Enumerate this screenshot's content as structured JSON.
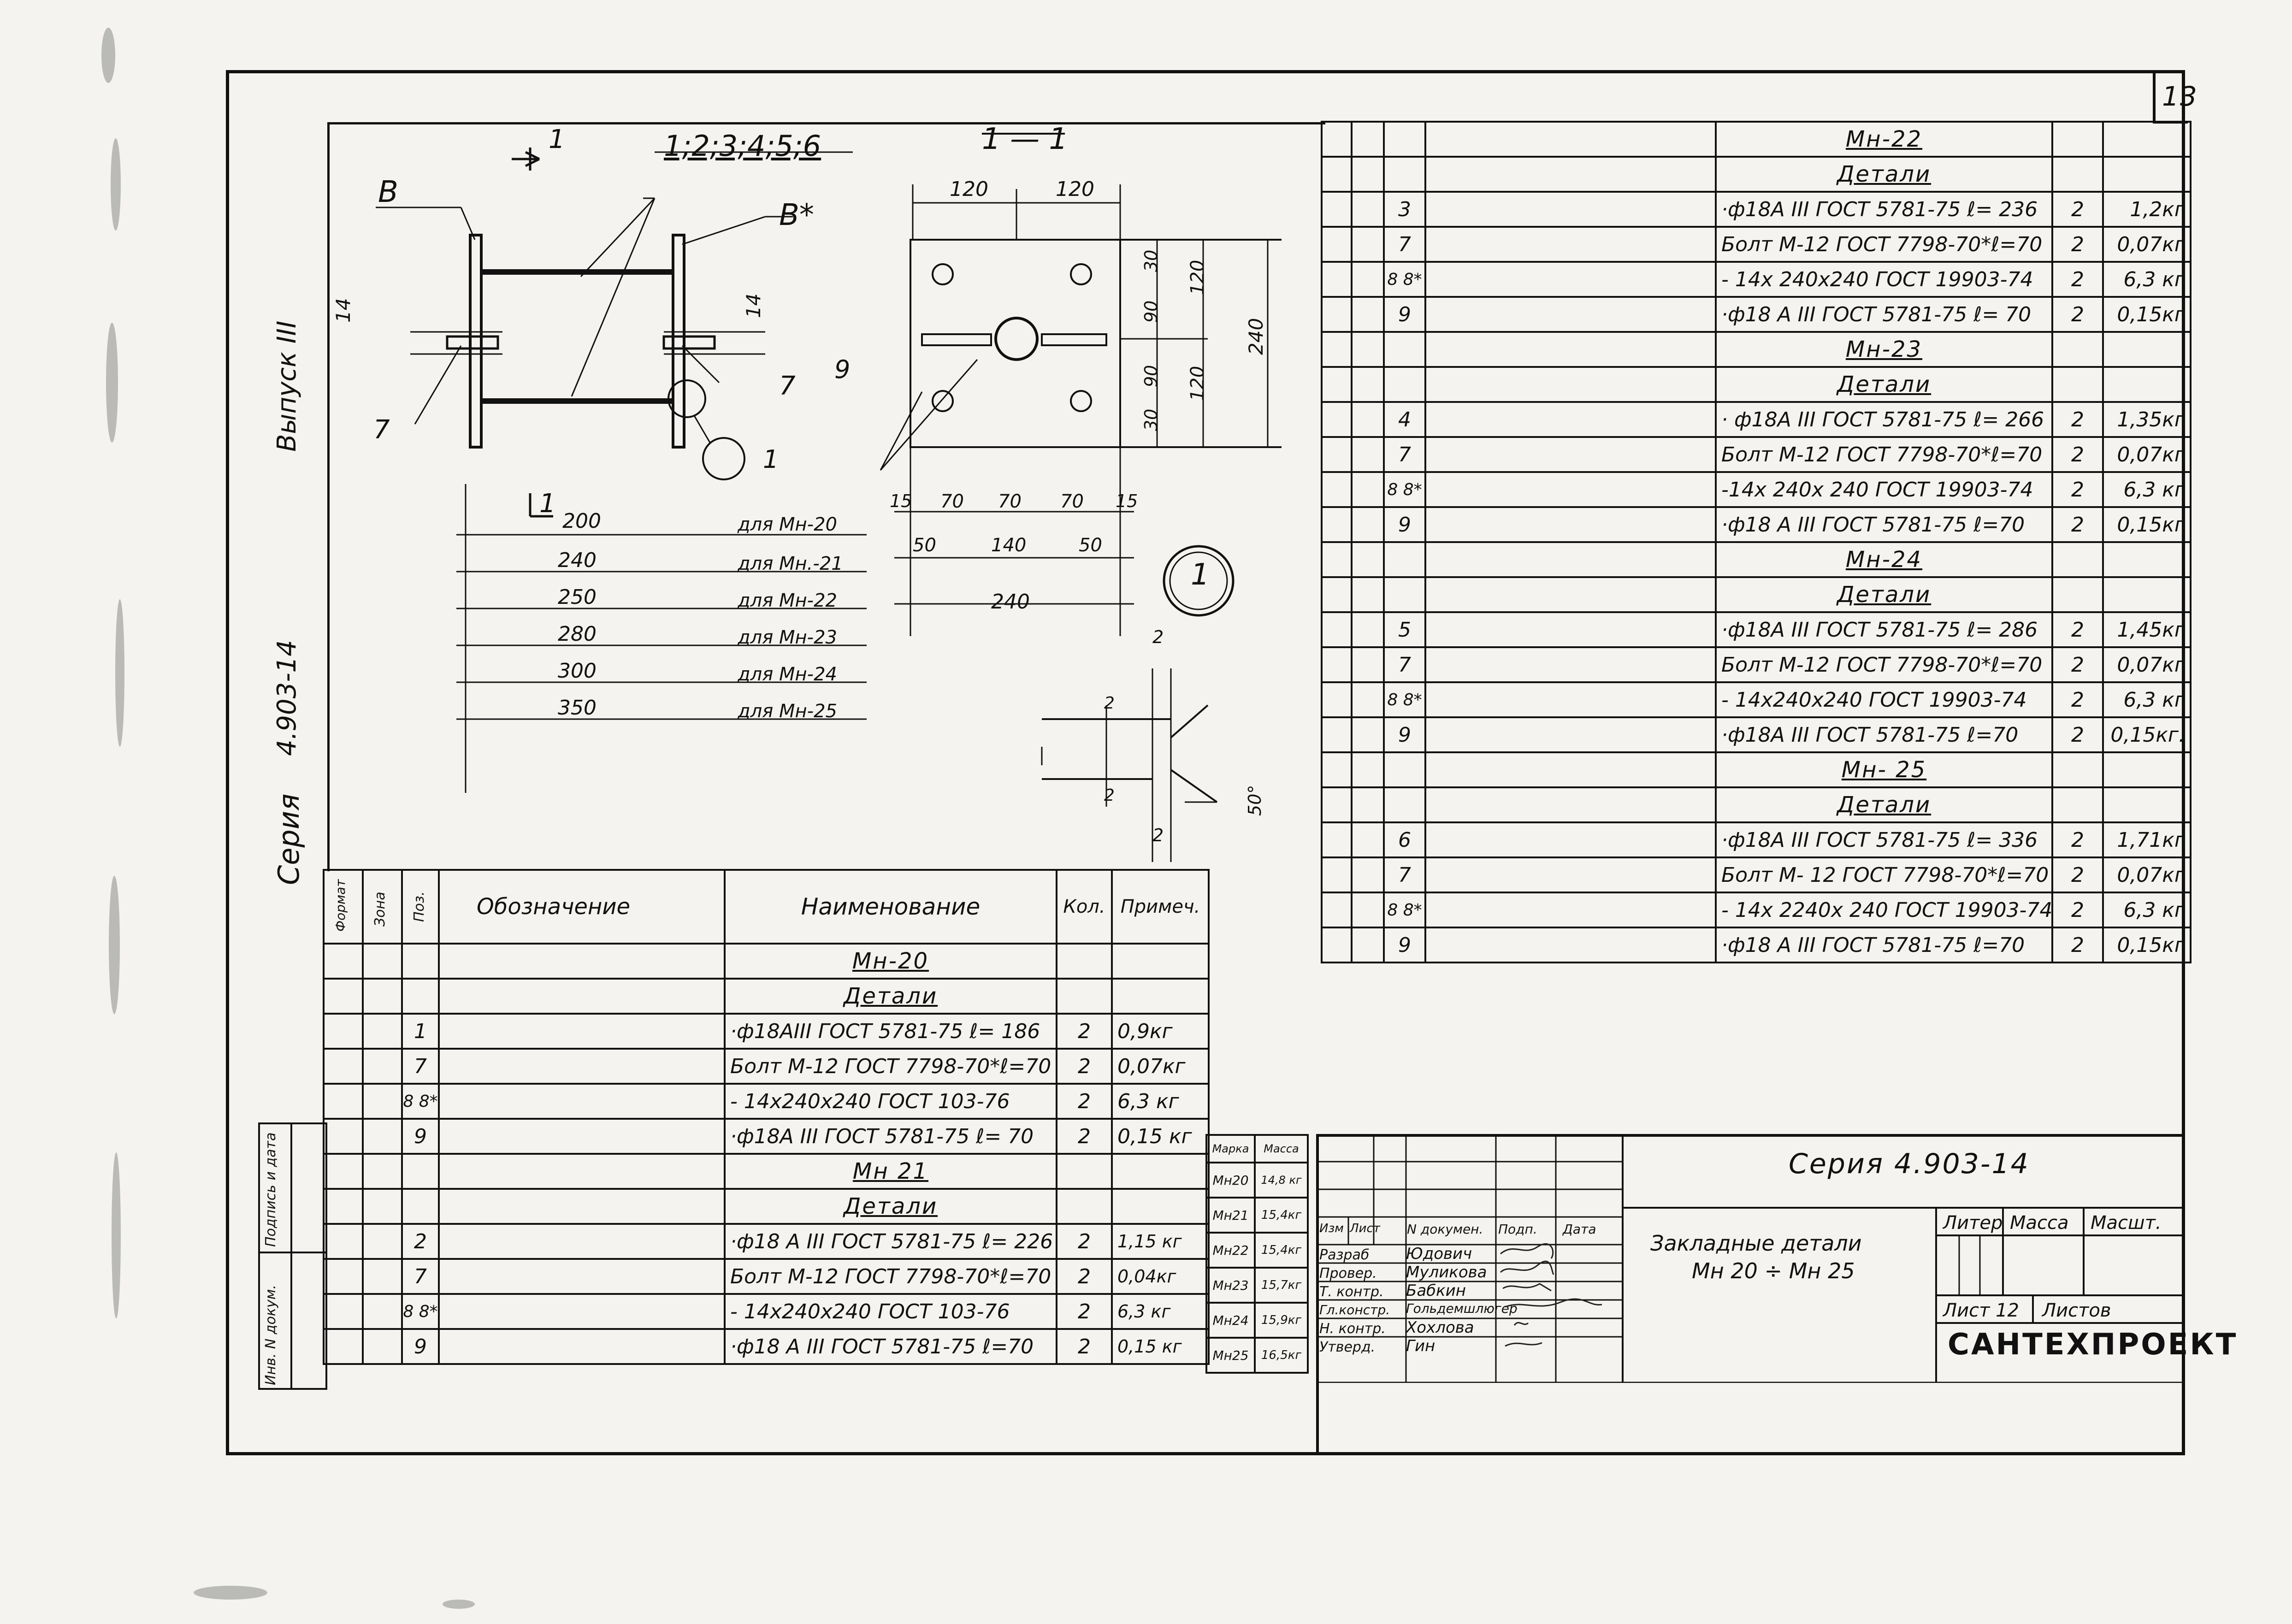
{
  "page_number": "13",
  "left_margin": {
    "issue": "Выпуск III",
    "series_code": "4.903-14",
    "series_label": "Серия"
  },
  "drawing": {
    "section_label": "1",
    "positions_label": "1;2;3;4;5;6",
    "label_v": "В",
    "label_v_star": "В*",
    "label_7a": "7",
    "label_7b": "7",
    "dim_14a": "14",
    "dim_14b": "14",
    "callout_1": "1",
    "length_rows": [
      {
        "value": "200",
        "label": "для Мн-20"
      },
      {
        "value": "240",
        "label": "для Мн.-21"
      },
      {
        "value": "250",
        "label": "для Мн-22"
      },
      {
        "value": "280",
        "label": "для Мн-23"
      },
      {
        "value": "300",
        "label": "для Мн-24"
      },
      {
        "value": "350",
        "label": "для Мн-25"
      }
    ]
  },
  "section_view": {
    "title": "1 — 1",
    "top_dims": [
      "120",
      "120"
    ],
    "right_dims": [
      "30",
      "90",
      "90",
      "30"
    ],
    "right_dims2": [
      "120",
      "120"
    ],
    "right_total": "240",
    "bottom_dims": [
      "15",
      "70",
      "70",
      "70",
      "15"
    ],
    "bottom_dims2": [
      "50",
      "140",
      "50"
    ],
    "bottom_total": "240",
    "label_9": "9"
  },
  "detail": {
    "callout": "1",
    "dims": [
      "2",
      "2",
      "2",
      "2"
    ],
    "angle": "50°"
  },
  "left_table": {
    "headers": {
      "format": "Формат",
      "zone": "Зона",
      "pos": "Поз.",
      "designation": "Обозначение",
      "name": "Наименование",
      "qty": "Кол.",
      "note": "Примеч."
    },
    "groups": [
      {
        "title": "Мн-20",
        "sub": "Детали",
        "rows": [
          {
            "pos": "1",
            "name": "·ф18АIII ГОСТ 5781-75 ℓ= 186",
            "qty": "2",
            "note": "0,9кг"
          },
          {
            "pos": "7",
            "name": "Болт М-12 ГОСТ 7798-70*ℓ=70",
            "qty": "2",
            "note": "0,07кг"
          },
          {
            "pos": "8 8*",
            "name": "- 14х240х240  ГОСТ 103-76",
            "qty": "2",
            "note": "6,3 кг"
          },
          {
            "pos": "9",
            "name": "·ф18А III ГОСТ 5781-75 ℓ= 70",
            "qty": "2",
            "note": "0,15 кг"
          }
        ]
      },
      {
        "title": "Мн 21",
        "sub": "Детали",
        "rows": [
          {
            "pos": "2",
            "name": "·ф18 А III  ГОСТ 5781-75 ℓ= 226",
            "qty": "2",
            "note": "1,15 кг"
          },
          {
            "pos": "7",
            "name": "Болт М-12 ГОСТ 7798-70*ℓ=70",
            "qty": "2",
            "note": "0,04кг"
          },
          {
            "pos": "8 8*",
            "name": "- 14х240х240   ГОСТ 103-76",
            "qty": "2",
            "note": "6,3 кг"
          },
          {
            "pos": "9",
            "name": "·ф18 А III ГОСТ 5781-75 ℓ=70",
            "qty": "2",
            "note": "0,15 кг"
          }
        ]
      }
    ]
  },
  "mass_table": {
    "headers": {
      "mark": "Марка",
      "mass": "Масса"
    },
    "rows": [
      {
        "mark": "Мн20",
        "mass": "14,8 кг"
      },
      {
        "mark": "Мн21",
        "mass": "15,4кг"
      },
      {
        "mark": "Мн22",
        "mass": "15,4кг"
      },
      {
        "mark": "Мн23",
        "mass": "15,7кг"
      },
      {
        "mark": "Мн24",
        "mass": "15,9кг"
      },
      {
        "mark": "Мн25",
        "mass": "16,5кг"
      }
    ]
  },
  "right_table": {
    "groups": [
      {
        "title": "Мн-22",
        "sub": "Детали",
        "rows": [
          {
            "pos": "3",
            "name": "·ф18А III  ГОСТ 5781-75  ℓ= 236",
            "qty": "2",
            "note": "1,2кг"
          },
          {
            "pos": "7",
            "name": "Болт  М-12 ГОСТ 7798-70*ℓ=70",
            "qty": "2",
            "note": "0,07кг"
          },
          {
            "pos": "8 8*",
            "name": "- 14х 240х240   ГОСТ 19903-74",
            "qty": "2",
            "note": "6,3 кг"
          },
          {
            "pos": "9",
            "name": "·ф18 А III ГОСТ  5781-75  ℓ= 70",
            "qty": "2",
            "note": "0,15кг"
          }
        ]
      },
      {
        "title": "Мн-23",
        "sub": "Детали",
        "rows": [
          {
            "pos": "4",
            "name": "· ф18А III  ГОСТ 5781-75  ℓ= 266",
            "qty": "2",
            "note": "1,35кг"
          },
          {
            "pos": "7",
            "name": "Болт  М-12 ГОСТ 7798-70*ℓ=70",
            "qty": "2",
            "note": "0,07кг"
          },
          {
            "pos": "8 8*",
            "name": "-14х 240х 240  ГОСТ 19903-74",
            "qty": "2",
            "note": "6,3 кг"
          },
          {
            "pos": "9",
            "name": "·ф18 А III  ГОСТ  5781-75  ℓ=70",
            "qty": "2",
            "note": "0,15кг"
          }
        ]
      },
      {
        "title": "Мн-24",
        "sub": "Детали",
        "rows": [
          {
            "pos": "5",
            "name": "·ф18А III ГОСТ 5781-75  ℓ= 286",
            "qty": "2",
            "note": "1,45кг"
          },
          {
            "pos": "7",
            "name": "Болт М-12  ГОСТ 7798-70*ℓ=70",
            "qty": "2",
            "note": "0,07кг"
          },
          {
            "pos": "8 8*",
            "name": "- 14х240х240  ГОСТ 19903-74",
            "qty": "2",
            "note": "6,3 кг"
          },
          {
            "pos": "9",
            "name": "·ф18А III  ГОСТ  5781-75   ℓ=70",
            "qty": "2",
            "note": "0,15кг."
          }
        ]
      },
      {
        "title": "Мн- 25",
        "sub": "Детали",
        "rows": [
          {
            "pos": "6",
            "name": "·ф18А III  ГОСТ 5781-75  ℓ= 336",
            "qty": "2",
            "note": "1,71кг"
          },
          {
            "pos": "7",
            "name": "Болт М- 12   ГОСТ 7798-70*ℓ=70",
            "qty": "2",
            "note": "0,07кг"
          },
          {
            "pos": "8 8*",
            "name": "- 14х 2240х 240   ГОСТ 19903-74",
            "qty": "2",
            "note": "6,3 кг"
          },
          {
            "pos": "9",
            "name": "·ф18 А III  ГОСТ  5781-75   ℓ=70",
            "qty": "2",
            "note": "0,15кг"
          }
        ]
      }
    ]
  },
  "stamp": {
    "series": "Серия   4.903-14",
    "title_line1": "Закладные   детали",
    "title_line2": "Мн 20 ÷ Мн 25",
    "col_headers": {
      "izm": "Изм",
      "list": "Лист",
      "ndoc": "N докумен.",
      "podp": "Подп.",
      "data": "Дата"
    },
    "roles": [
      {
        "role": "Разраб",
        "name": "Юдович"
      },
      {
        "role": "Провер.",
        "name": "Муликова"
      },
      {
        "role": "Т. контр.",
        "name": "Бабкин"
      },
      {
        "role": "Гл.констр.",
        "name": "Гольдемшлюгер"
      },
      {
        "role": "Н. контр.",
        "name": "Хохлова"
      },
      {
        "role": "Утверд.",
        "name": "Гин"
      }
    ],
    "liter": "Литер",
    "massa": "Масса",
    "masht": "Масшт.",
    "sheet": "Лист 12",
    "sheets": "Листов",
    "org": "САНТЕХПРОЕКТ"
  },
  "side_stamp": {
    "inv": "Инв. N докум.",
    "sign": "Подпись и дата"
  }
}
